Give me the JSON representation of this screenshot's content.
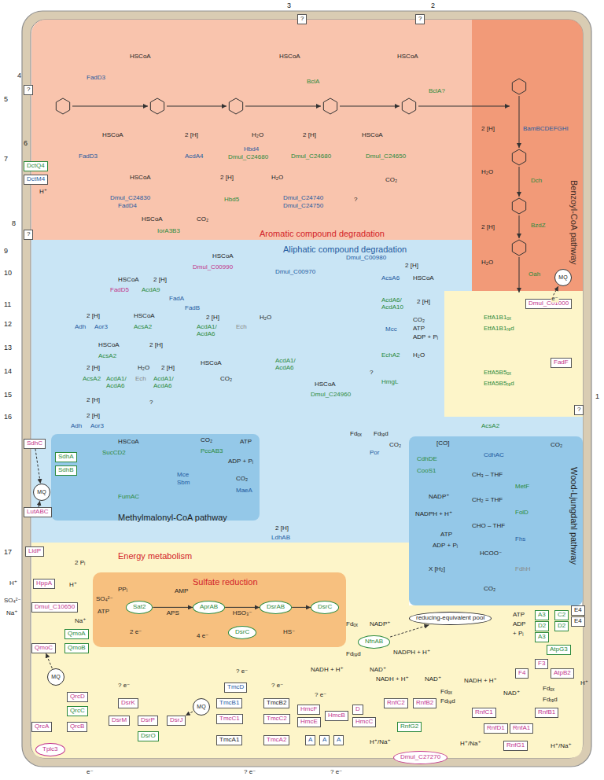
{
  "diagram": {
    "nodes": [
      {
        "text": [
          "Aromatic compound degradation"
        ]
      },
      {
        "text": [
          "Benzoyl-CoA pathway"
        ]
      },
      {
        "text": [
          "Aliphatic compound degradation"
        ]
      },
      {
        "text": [
          "Methylmalonyl-CoA pathway"
        ],
        "in": 2
      },
      {
        "text": [
          "Wood-Ljungdahl pathway"
        ],
        "in": 2
      },
      {
        "text": [
          "Energy metabolism"
        ]
      },
      {
        "text": [
          "Sulfate reduction"
        ],
        "in": 5
      },
      {
        "text": [
          "Sat2"
        ],
        "in": 6
      },
      {
        "text": [
          "AprAB"
        ],
        "in": 6
      },
      {
        "text": [
          "DsrAB"
        ],
        "in": 6
      },
      {
        "text": [
          "DsrC"
        ],
        "in": 6
      },
      {
        "text": [
          "DsrC"
        ],
        "in": 6
      },
      {
        "text": [
          "NfnAB"
        ],
        "in": 5
      },
      {
        "text": [
          "reducing-equivalent pool"
        ],
        "in": 5
      },
      {
        "text": [
          "MQ"
        ]
      },
      {
        "text": [
          "MQ"
        ]
      },
      {
        "text": [
          "MQ"
        ]
      },
      {
        "text": [
          "MQ"
        ]
      },
      {
        "text": [
          "DctQ4"
        ]
      },
      {
        "text": [
          "DctM4"
        ]
      },
      {
        "text": [
          "SdhC"
        ]
      },
      {
        "text": [
          "SdhA"
        ],
        "in": 3
      },
      {
        "text": [
          "SdhB"
        ],
        "in": 3
      },
      {
        "text": [
          "LutABC"
        ]
      },
      {
        "text": [
          "LldP"
        ]
      },
      {
        "text": [
          "HppA"
        ]
      },
      {
        "text": [
          "Dmul_C10650"
        ]
      },
      {
        "text": [
          "QmoC"
        ]
      },
      {
        "text": [
          "QmoA"
        ]
      },
      {
        "text": [
          "QmoB"
        ]
      },
      {
        "text": [
          "QrcD"
        ]
      },
      {
        "text": [
          "QrcC"
        ]
      },
      {
        "text": [
          "QrcA"
        ]
      },
      {
        "text": [
          "QrcB"
        ]
      },
      {
        "text": [
          "Tplc3"
        ]
      },
      {
        "text": [
          "DsrK"
        ]
      },
      {
        "text": [
          "DsrM"
        ]
      },
      {
        "text": [
          "DsrP"
        ]
      },
      {
        "text": [
          "DsrO"
        ]
      },
      {
        "text": [
          "DsrJ"
        ]
      },
      {
        "text": [
          "TmcD"
        ]
      },
      {
        "text": [
          "TmcB1"
        ]
      },
      {
        "text": [
          "TmcC1"
        ]
      },
      {
        "text": [
          "TmcA1"
        ]
      },
      {
        "text": [
          "TmcB2"
        ]
      },
      {
        "text": [
          "TmcC2"
        ]
      },
      {
        "text": [
          "TmcA2"
        ]
      },
      {
        "text": [
          "HmcF"
        ]
      },
      {
        "text": [
          "HmcE"
        ]
      },
      {
        "text": [
          "HmcB"
        ]
      },
      {
        "text": [
          "D"
        ]
      },
      {
        "text": [
          "HmcC"
        ]
      },
      {
        "text": [
          "A"
        ]
      },
      {
        "text": [
          "A"
        ]
      },
      {
        "text": [
          "A"
        ]
      },
      {
        "text": [
          "RnfC2"
        ]
      },
      {
        "text": [
          "RnfB2"
        ]
      },
      {
        "text": [
          "RnfG2"
        ]
      },
      {
        "text": [
          "Dmul_C27270"
        ]
      },
      {
        "text": [
          "RnfC1"
        ]
      },
      {
        "text": [
          "RnfD1"
        ]
      },
      {
        "text": [
          "RnfA1"
        ]
      },
      {
        "text": [
          "RnfB1"
        ]
      },
      {
        "text": [
          "RnfG1"
        ]
      },
      {
        "text": [
          "A3"
        ]
      },
      {
        "text": [
          "D2"
        ]
      },
      {
        "text": [
          "A3"
        ]
      },
      {
        "text": [
          "D2"
        ]
      },
      {
        "text": [
          "C2"
        ]
      },
      {
        "text": [
          "E4"
        ]
      },
      {
        "text": [
          "E4"
        ]
      },
      {
        "text": [
          "AtpG3"
        ]
      },
      {
        "text": [
          "F3"
        ]
      },
      {
        "text": [
          "F4"
        ]
      },
      {
        "text": [
          "AtpB2"
        ]
      },
      {
        "text": [
          "Dmul_C01000"
        ]
      },
      {
        "text": [
          "FadF"
        ]
      },
      {
        "text": [
          "?"
        ]
      },
      {
        "text": [
          "?"
        ]
      },
      {
        "text": [
          "?"
        ]
      },
      {
        "text": [
          "?"
        ]
      },
      {
        "text": [
          "?"
        ]
      }
    ],
    "edges": [
      {
        "from": 7,
        "to": 8,
        "label": "APS",
        "arrow": "to"
      },
      {
        "from": 8,
        "to": 9,
        "label": "HSO₃⁻",
        "arrow": "to"
      },
      {
        "from": 9,
        "to": 10,
        "arrow": "to"
      },
      {
        "from": 12,
        "to": 13,
        "arrow": "to"
      },
      {
        "from": 75,
        "to": 14,
        "label": "e⁻",
        "arrow": "to"
      },
      {
        "from": 20,
        "to": 15,
        "arrow": "to"
      },
      {
        "from": 23,
        "to": 15,
        "arrow": "to"
      },
      {
        "from": 16,
        "to": 27,
        "arrow": "to"
      },
      {
        "from": 17,
        "to": 39,
        "arrow": "to"
      }
    ],
    "labels": [
      "3",
      "2",
      "4",
      "5",
      "6",
      "7",
      "8",
      "9",
      "10",
      "11",
      "12",
      "13",
      "14",
      "15",
      "16",
      "17",
      "1",
      "HSCoA",
      "HSCoA",
      "HSCoA",
      "FadD3",
      "BclA",
      "BclA?",
      "HSCoA",
      "FadD3",
      "2 [H]",
      "AcdA4",
      "H₂O",
      "Hbd4",
      "Dmul_C24680",
      "2 [H]",
      "Dmul_C24680",
      "HSCoA",
      "Dmul_C24650",
      "HSCoA",
      "2 [H]",
      "H₂O",
      "CO₂",
      "?",
      "Dmul_C24830",
      "FadD4",
      "Hbd5",
      "Dmul_C24740",
      "Dmul_C24750",
      "HSCoA",
      "CO₂",
      "IorA3B3",
      "H⁺",
      "BamBCDEFGHI",
      "2 [H]",
      "H₂O",
      "Dch",
      "2 [H]",
      "BzdZ",
      "H₂O",
      "Oah",
      "EtfA1B1ₒₓ",
      "EtfA1B1ᵣₑd",
      "EtfA5B5ₒₓ",
      "EtfA5B5ᵣₑd",
      "HSCoA",
      "Dmul_C00990",
      "Dmul_C00970",
      "Dmul_C00980",
      "2 [H]",
      "AcsA6",
      "HSCoA",
      "AcdA6/",
      "AcdA10",
      "2 [H]",
      "Mcc",
      "CO₂",
      "ATP",
      "ADP + Pᵢ",
      "EchA2",
      "H₂O",
      "?",
      "HmgL",
      "HSCoA",
      "2 [H]",
      "FadD5",
      "AcdA9",
      "FadA",
      "FadB",
      "2 [H]",
      "Adh",
      "Aor3",
      "HSCoA",
      "AcsA2",
      "2 [H]",
      "AcdA1/",
      "AcdA6",
      "Ech",
      "H₂O",
      "HSCoA",
      "AcsA2",
      "2 [H]",
      "2 [H]",
      "H₂O",
      "2 [H]",
      "HSCoA",
      "AcsA2",
      "AcdA1/",
      "AcdA6",
      "Ech",
      "AcdA1/",
      "AcdA6",
      "CO₂",
      "AcdA1/",
      "AcdA6",
      "HSCoA",
      "Dmul_C24960",
      "2 [H]",
      "?",
      "2 [H]",
      "Adh",
      "Aor3",
      "Fdₒₓ",
      "Fdᵣₑd",
      "CO₂",
      "Por",
      "AcsA2",
      "HSCoA",
      "SucCD2",
      "CO₂",
      "PccAB3",
      "ATP",
      "ADP + Pᵢ",
      "Mce",
      "Sbm",
      "FumAC",
      "CO₂",
      "MaeA",
      "2 [H]",
      "LdhAB",
      "[CO]",
      "CdhAC",
      "CO₂",
      "CdhDE",
      "CooS1",
      "CH₃ – THF",
      "MetF",
      "NADP⁺",
      "CH₂ = THF",
      "FolD",
      "NADPH + H⁺",
      "CHO – THF",
      "ATP",
      "Fhs",
      "ADP + Pᵢ",
      "HCOO⁻",
      "X [H₂]",
      "FdhH",
      "CO₂",
      "H⁺",
      "2 Pᵢ",
      "H⁺",
      "SO₄²⁻",
      "Na⁺",
      "Na⁺",
      "SO₄²⁻",
      "ATP",
      "PPᵢ",
      "AMP",
      "HS⁻",
      "2 e⁻",
      "4 e⁻",
      "Fdₒₓ",
      "NADP⁺",
      "Fdᵣₑd",
      "NADPH + H⁺",
      "NADH + H⁺",
      "NAD⁺",
      "ATP",
      "ADP",
      "+ Pᵢ",
      "H⁺",
      "? e⁻",
      "? e⁻",
      "? e⁻",
      "? e⁻",
      "NADH + H⁺",
      "NAD⁺",
      "Fdₒₓ",
      "Fdᵣₑd",
      "NADH + H⁺",
      "NAD⁺",
      "Fdₒₓ",
      "Fdᵣₑd",
      "H⁺/Na⁺",
      "H⁺/Na⁺",
      "H⁺/Na⁺",
      "e⁻",
      "? e⁻",
      "? e⁻"
    ]
  }
}
